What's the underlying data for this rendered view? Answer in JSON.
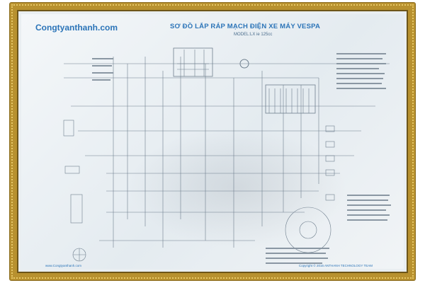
{
  "poster": {
    "brand": "Congtyanthanh.com",
    "title": "SƠ ĐỒ LẮP RÁP MẠCH ĐIỆN XE MÁY VESPA",
    "model": "MODEL:LX ie 125cc",
    "footer_left": "www.Congtyanthanh.com",
    "footer_right": "Copyright © 2016 ANTHANH TECHNOLOGY TEAM"
  },
  "colors": {
    "frame": "#b8912f",
    "accent": "#2b74b8",
    "wire": "#6f7f8e"
  }
}
